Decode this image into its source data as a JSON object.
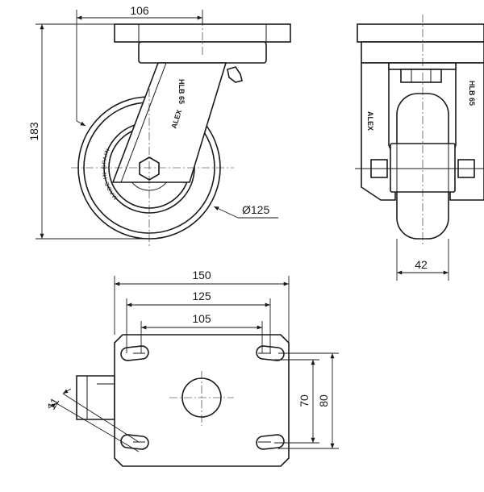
{
  "dimensions": {
    "top_width": "106",
    "height": "183",
    "wheel_diameter": "Ø125",
    "wheel_width": "42",
    "plate_length": "150",
    "hole_spacing_outer": "125",
    "hole_spacing_inner": "105",
    "hole_spacing_vertical_inner": "70",
    "hole_spacing_vertical_outer": "80",
    "slot_width": "11"
  },
  "wheel_markings": {
    "country": "MADE IN SPAIN",
    "size": "125x42",
    "load_rating": "HLB 65",
    "brand": "ALEX"
  }
}
